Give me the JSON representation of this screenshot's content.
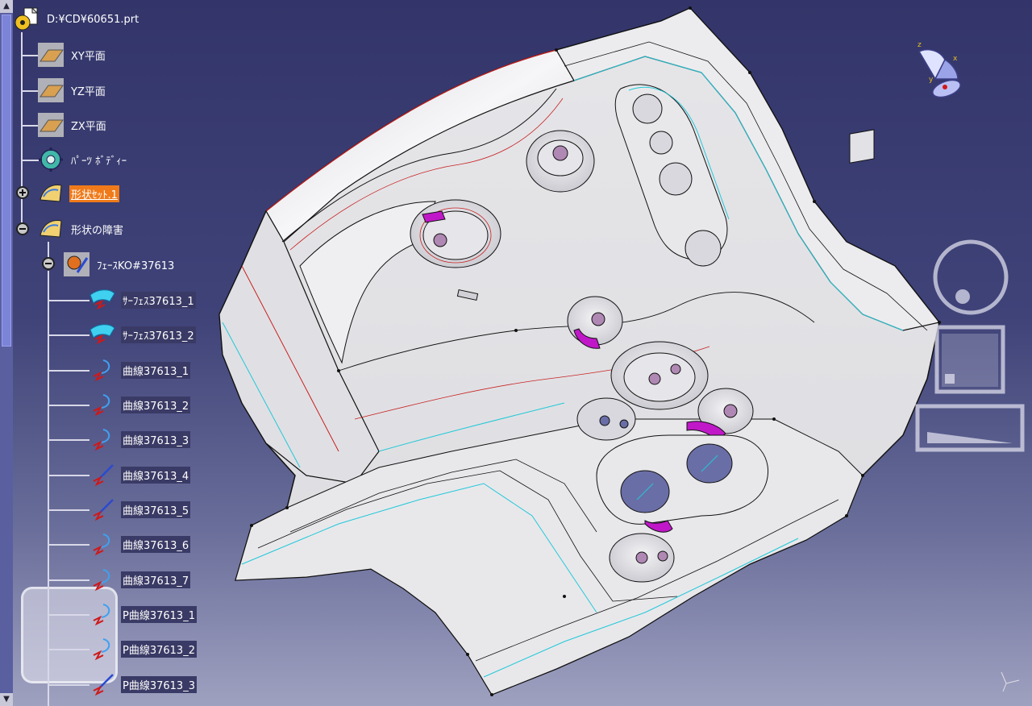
{
  "tree": {
    "root": {
      "label": "D:¥CD¥60651.prt",
      "icon": "part-document-icon"
    },
    "items": [
      {
        "id": "xy-plane",
        "label": "XY平面",
        "icon": "plane-icon"
      },
      {
        "id": "yz-plane",
        "label": "YZ平面",
        "icon": "plane-icon"
      },
      {
        "id": "zx-plane",
        "label": "ZX平面",
        "icon": "plane-icon"
      },
      {
        "id": "part-body",
        "label": "ﾊﾟｰﾂ ﾎﾞﾃﾞｨｰ",
        "icon": "part-body-gear-icon"
      },
      {
        "id": "geometrical-set-1",
        "label": "形状ｾｯﾄ.1",
        "icon": "geometrical-set-icon",
        "selected": true,
        "expander": "plus"
      },
      {
        "id": "shape-obstacle",
        "label": "形状の障害",
        "icon": "geometrical-set-icon",
        "expander": "minus"
      }
    ],
    "face": {
      "label": "ﾌｪｰｽKO#37613",
      "icon": "face-group-icon",
      "expander": "minus"
    },
    "children": [
      {
        "label": "ｻｰﾌｪｽ37613_1",
        "icon": "surface-icon"
      },
      {
        "label": "ｻｰﾌｪｽ37613_2",
        "icon": "surface-icon"
      },
      {
        "label": "曲線37613_1",
        "icon": "curve-icon"
      },
      {
        "label": "曲線37613_2",
        "icon": "curve-icon"
      },
      {
        "label": "曲線37613_3",
        "icon": "curve-icon"
      },
      {
        "label": "曲線37613_4",
        "icon": "line-icon"
      },
      {
        "label": "曲線37613_5",
        "icon": "line-icon"
      },
      {
        "label": "曲線37613_6",
        "icon": "curve-icon"
      },
      {
        "label": "曲線37613_7",
        "icon": "curve-icon"
      },
      {
        "label": "P曲線37613_1",
        "icon": "curve-icon"
      },
      {
        "label": "P曲線37613_2",
        "icon": "curve-icon"
      },
      {
        "label": "P曲線37613_3",
        "icon": "line-icon"
      }
    ]
  },
  "compass": {
    "x_label": "x",
    "y_label": "y",
    "z_label": "z"
  },
  "colors": {
    "background_top": "#33356a",
    "background_bottom": "#9fa1c0",
    "selection": "#f07a1a",
    "edge_red": "#c82020",
    "edge_cyan": "#22c8d8",
    "highlight_magenta": "#c018c8",
    "model_surface": "#e4e4e6"
  }
}
